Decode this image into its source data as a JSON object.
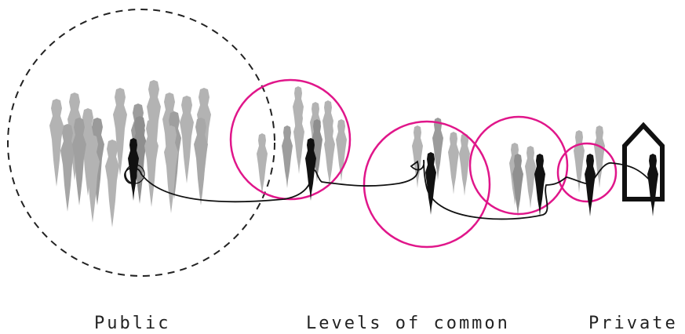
{
  "labels": {
    "public": "Public",
    "common": "Levels of common",
    "private": "Private"
  },
  "colors": {
    "ring": "#e0168a",
    "crowd": "#b3b3b3",
    "crowd_dark": "#8f8f8f",
    "person": "#111111",
    "dashed": "#222222",
    "path": "#111111"
  },
  "icons": [
    "house-icon",
    "person-icon"
  ]
}
